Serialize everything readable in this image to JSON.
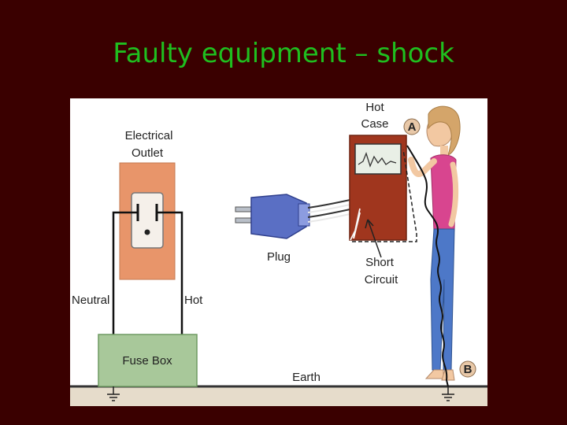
{
  "slide": {
    "title": "Faulty equipment – shock"
  },
  "diagram": {
    "outlet_label_1": "Electrical",
    "outlet_label_2": "Outlet",
    "hot_case_1": "Hot",
    "hot_case_2": "Case",
    "point_a": "A",
    "point_b": "B",
    "plug": "Plug",
    "short_1": "Short",
    "short_2": "Circuit",
    "neutral": "Neutral",
    "hot": "Hot",
    "fuse_box": "Fuse Box",
    "earth": "Earth"
  },
  "colors": {
    "background": "#3a0000",
    "title": "#1fbf1f",
    "outlet": "#e8956a",
    "fuse_box": "#a8c89a",
    "appliance": "#a0361e",
    "plug": "#5a6fc4",
    "shirt": "#d8458f",
    "jeans": "#4d78c8"
  }
}
